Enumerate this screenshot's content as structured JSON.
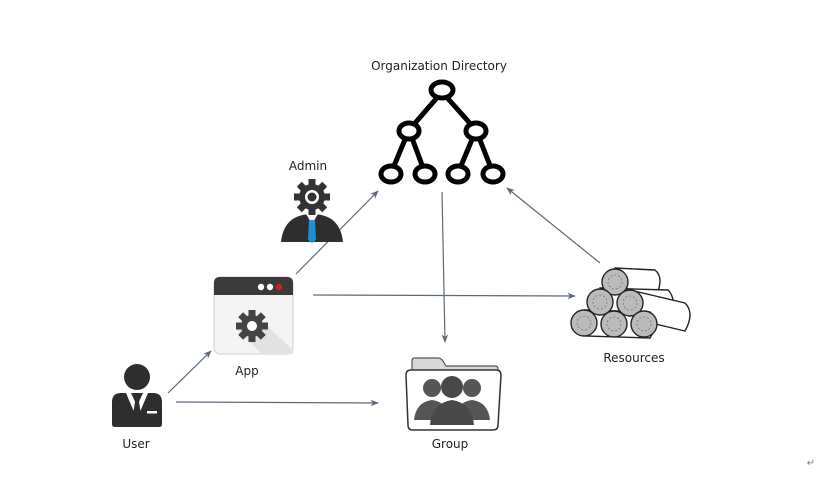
{
  "nodes": {
    "org_directory": {
      "label": "Organization Directory"
    },
    "admin": {
      "label": "Admin"
    },
    "app": {
      "label": "App"
    },
    "user": {
      "label": "User"
    },
    "group": {
      "label": "Group"
    },
    "resources": {
      "label": "Resources"
    }
  },
  "edges": [
    {
      "from": "user",
      "to": "app"
    },
    {
      "from": "user",
      "to": "group"
    },
    {
      "from": "app",
      "to": "org_directory"
    },
    {
      "from": "app",
      "to": "resources"
    },
    {
      "from": "org_directory",
      "to": "group"
    },
    {
      "from": "resources",
      "to": "org_directory"
    }
  ],
  "colors": {
    "edge": "#5a6a7a",
    "icon_dark": "#333333",
    "tie": "#1e8fd6",
    "app_dot_red": "#cc2222"
  },
  "return_mark": "↵"
}
